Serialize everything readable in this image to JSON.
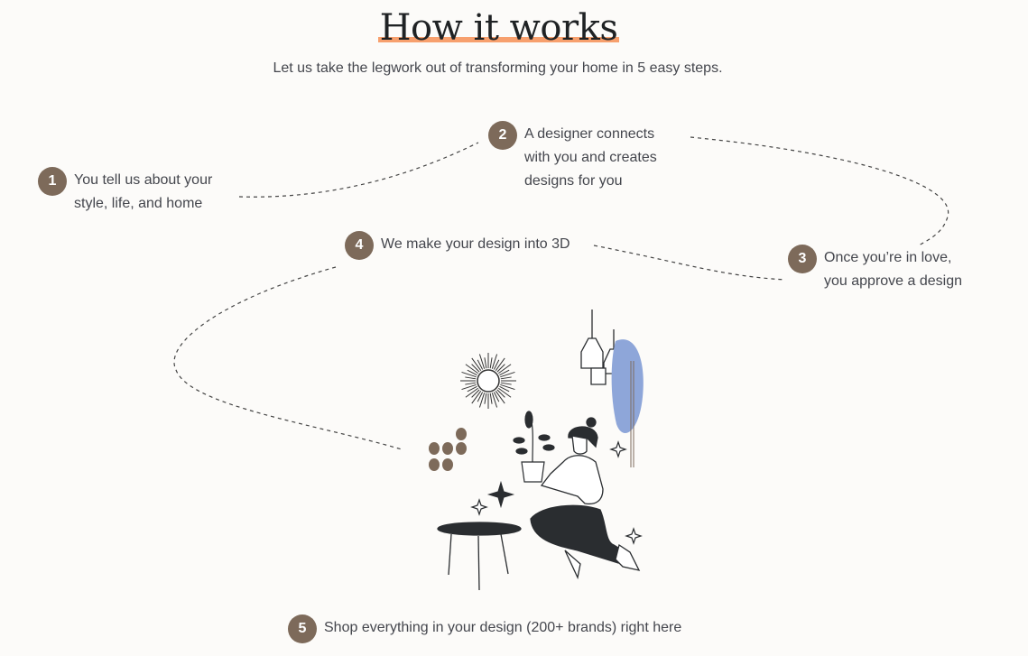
{
  "header": {
    "title": "How it works",
    "subtitle": "Let us take the legwork out of transforming your home in 5 easy steps."
  },
  "steps": [
    {
      "number": "1",
      "line1": "You tell us about your",
      "line2": "style, life, and home"
    },
    {
      "number": "2",
      "line1": "A designer connects",
      "line2": "with you and creates",
      "line3": "designs for you"
    },
    {
      "number": "3",
      "line1": "Once you’re in love,",
      "line2": "you approve a design"
    },
    {
      "number": "4",
      "line1": "We make your design into 3D"
    },
    {
      "number": "5",
      "line1": "Shop everything in your design (200+ brands) right here"
    }
  ],
  "colors": {
    "badge": "#7d6a5a",
    "highlight": "#f7a06e",
    "accent_blue": "#8ea6d9",
    "ink": "#2a2d30"
  }
}
